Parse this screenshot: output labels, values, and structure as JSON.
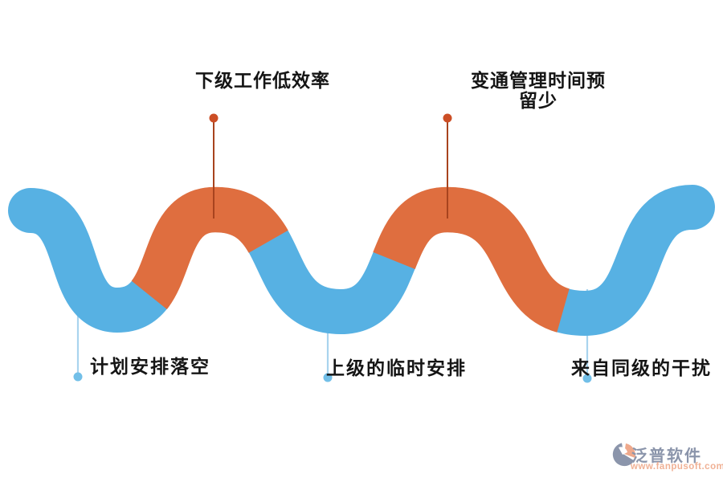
{
  "wave": {
    "blue": "#57B1E3",
    "orange": "#DF6E3F"
  },
  "palette": {
    "top_marker_line": "#A8431E",
    "top_marker_dot": "#CC4E25",
    "bottom_leader_line": "#A9D4EE",
    "bottom_leader_dot": "#72BFE8",
    "label_text": "#151515"
  },
  "top_callouts": [
    {
      "label": "下级工作低效率"
    },
    {
      "label": "变通管理时间预留少"
    }
  ],
  "bottom_callouts": [
    {
      "label": "计划安排落空"
    },
    {
      "label": "上级的临时安排"
    },
    {
      "label": "来自同级的干扰"
    }
  ],
  "logo": {
    "name": "泛普软件",
    "url": "www.fanpusoft.com",
    "text_color": "#8B95AB",
    "url_color": "#F0B195",
    "icon_gray": "#8B95AB",
    "icon_peach": "#EFA98C"
  }
}
